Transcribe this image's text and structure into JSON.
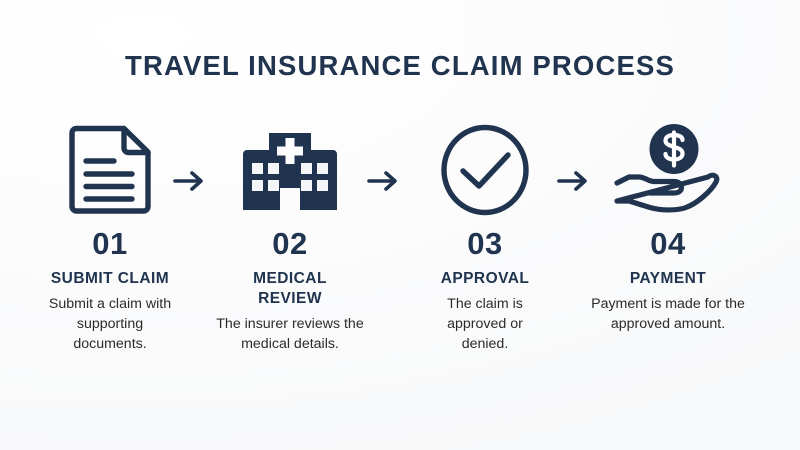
{
  "theme": {
    "navy": "#20344f",
    "body_text": "#2b2b2b",
    "background": "#fdfdfd"
  },
  "header": {
    "title": "TRAVEL INSURANCE CLAIM PROCESS"
  },
  "steps": [
    {
      "number": "01",
      "title": "SUBMIT CLAIM",
      "description": "Submit a claim with supporting documents.",
      "icon": "document-icon"
    },
    {
      "number": "02",
      "title": "MEDICAL REVIEW",
      "description": "The insurer reviews the medical details.",
      "icon": "hospital-icon"
    },
    {
      "number": "03",
      "title": "APPROVAL",
      "description": "The claim is approved or denied.",
      "icon": "check-circle-icon"
    },
    {
      "number": "04",
      "title": "PAYMENT",
      "description": "Payment is made for the approved amount.",
      "icon": "hand-holding-coin-icon"
    }
  ],
  "connectors": [
    {
      "icon": "arrow-right-icon"
    },
    {
      "icon": "arrow-right-icon"
    },
    {
      "icon": "arrow-right-icon"
    }
  ]
}
